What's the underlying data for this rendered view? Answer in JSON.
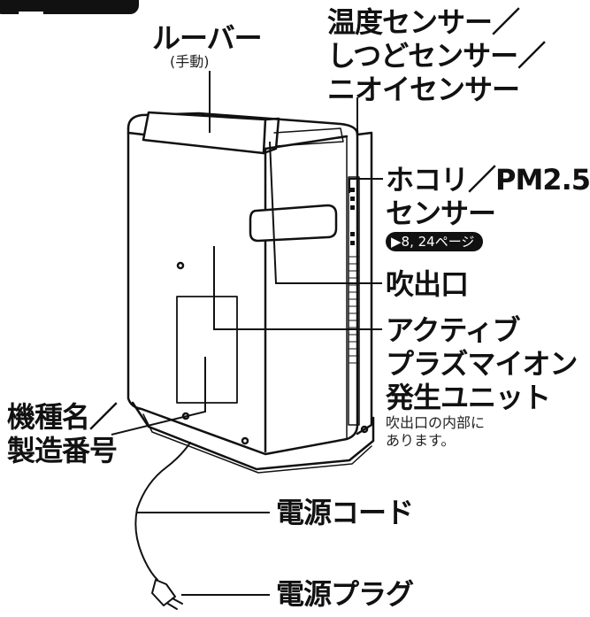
{
  "header": {
    "title": "背面"
  },
  "labels": {
    "louver": "ルーバー",
    "louver_note": "(手動)",
    "temp_sensor": "温度センサー／",
    "humidity_sensor": "しつどセンサー／",
    "odor_sensor": "ニオイセンサー",
    "dust_sensor_line1": "ホコリ／PM2.5",
    "dust_sensor_line2": "センサー",
    "page_ref": "▶8, 24ページ",
    "outlet": "吹出口",
    "plasma_line1": "アクティブ",
    "plasma_line2": "プラズマイオン",
    "plasma_line3": "発生ユニット",
    "plasma_note_line1": "吹出口の内部に",
    "plasma_note_line2": "あります。",
    "model_line1": "機種名／",
    "model_line2": "製造番号",
    "power_cord": "電源コード",
    "power_plug": "電源プラグ"
  },
  "colors": {
    "ink": "#111111",
    "paper": "#ffffff",
    "panel": "#f4f4f4"
  }
}
